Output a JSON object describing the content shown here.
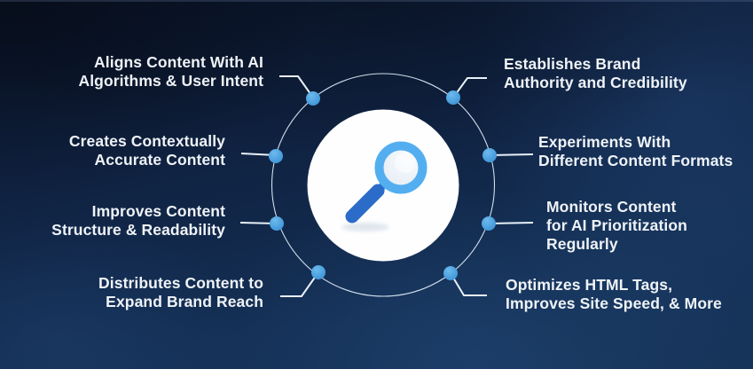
{
  "diagram": {
    "title": "",
    "center": {
      "icon": "magnifier-icon",
      "disc_color": "#FFFFFF",
      "glass_ring_color": "#53AEF0",
      "glass_lens_color": "#EBF1F8",
      "glass_handle_color": "#2C6CC9"
    },
    "styles": {
      "background_base": "#112646",
      "text_color": "#EFF3F7",
      "node_dot_color": "#4AA4E4",
      "connector_line_color": "#E8F0F9",
      "orbit_circle_color": "#DCE9F7"
    },
    "items": [
      {
        "id": "aligns-ai",
        "side": "left",
        "text": "Aligns Content With AI\nAlgorithms & User Intent"
      },
      {
        "id": "contextual-content",
        "side": "left",
        "text": "Creates Contextually\nAccurate Content"
      },
      {
        "id": "structure-readability",
        "side": "left",
        "text": "Improves Content\nStructure & Readability"
      },
      {
        "id": "distribute-reach",
        "side": "left",
        "text": "Distributes Content to\nExpand Brand Reach"
      },
      {
        "id": "brand-authority",
        "side": "right",
        "text": "Establishes Brand\nAuthority and Credibility"
      },
      {
        "id": "content-formats",
        "side": "right",
        "text": "Experiments With\nDifferent Content Formats"
      },
      {
        "id": "monitor-prioritization",
        "side": "right",
        "text": "Monitors Content\nfor AI Prioritization\nRegularly"
      },
      {
        "id": "optimize-html",
        "side": "right",
        "text": "Optimizes HTML Tags,\nImproves Site Speed, & More"
      }
    ]
  }
}
